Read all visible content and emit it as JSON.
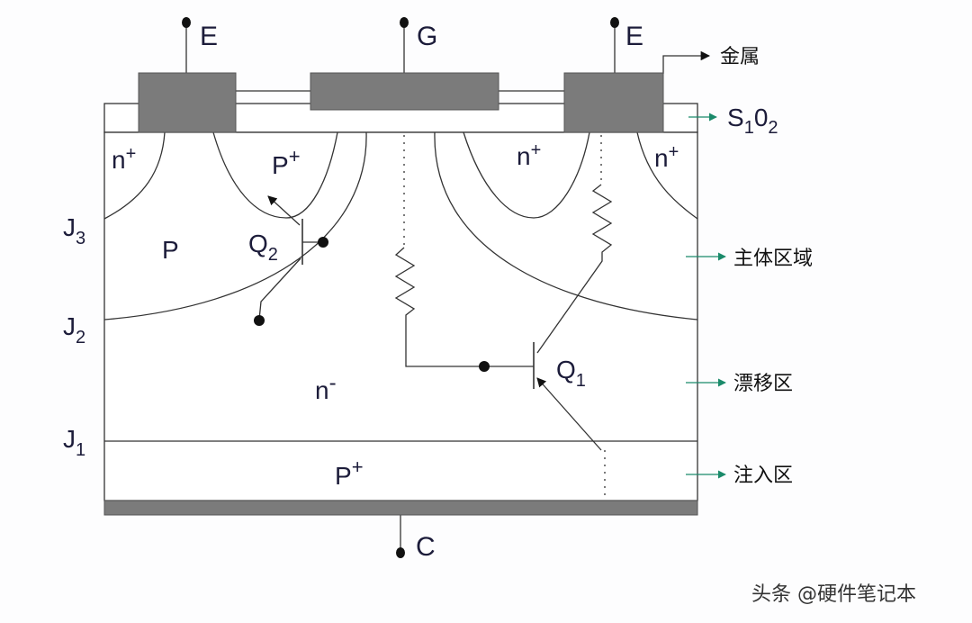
{
  "terminals": {
    "emitter_left": "E",
    "gate": "G",
    "emitter_right": "E",
    "collector": "C"
  },
  "regions": {
    "n_plus_left": "n",
    "p_plus_top": "P",
    "p_body": "P",
    "n_plus_mid": "n",
    "n_plus_right": "n",
    "n_minus": "n",
    "p_plus_bottom": "P",
    "plus": "+",
    "minus": "-"
  },
  "transistors": {
    "q2": "Q",
    "q2_sub": "2",
    "q1": "Q",
    "q1_sub": "1"
  },
  "junctions": [
    {
      "letter": "J",
      "sub": "3"
    },
    {
      "letter": "J",
      "sub": "2"
    },
    {
      "letter": "J",
      "sub": "1"
    }
  ],
  "callouts": {
    "metal": "金属",
    "sio2_main": "S",
    "sio2_sub1": "1",
    "sio2_mid": "0",
    "sio2_sub2": "2",
    "body": "主体区域",
    "drift": "漂移区",
    "injection": "注入区"
  },
  "colors": {
    "metal": "#7b7b7b",
    "arrow": "#1a8a6a",
    "line": "#333333"
  },
  "watermark": "头条 @硬件笔记本"
}
